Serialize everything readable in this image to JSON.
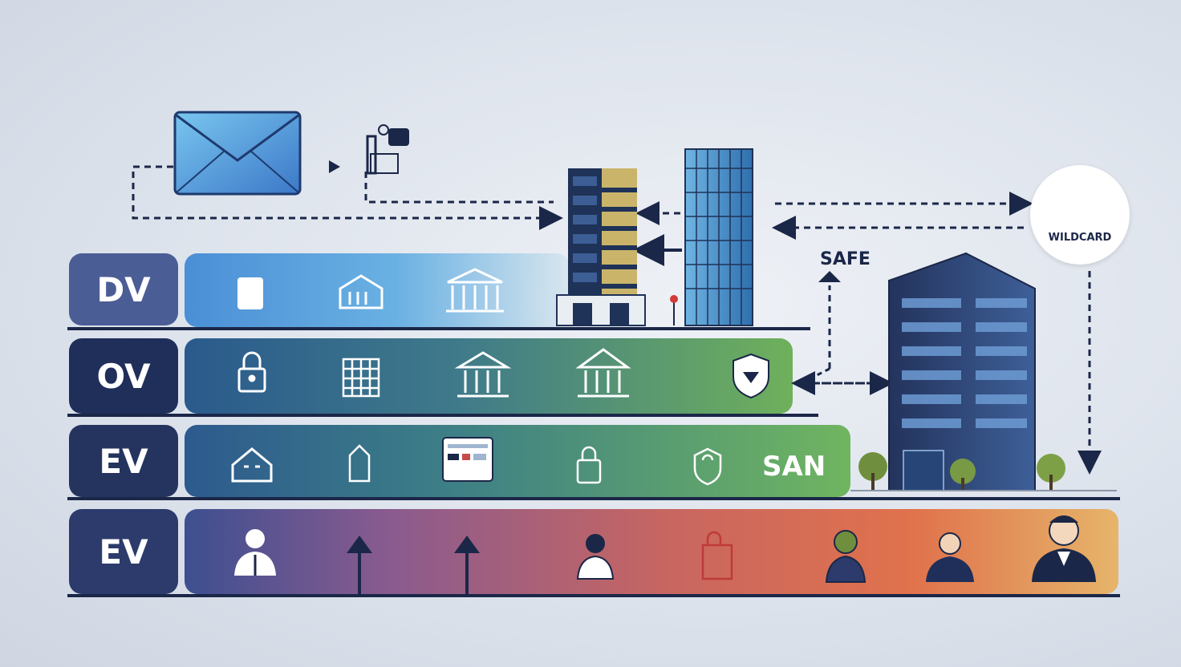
{
  "tiers": [
    {
      "label": "DV"
    },
    {
      "label": "OV"
    },
    {
      "label": "EV"
    },
    {
      "label": "EV"
    }
  ],
  "badges": {
    "wildcard": "WILDCARD",
    "safe": "SAFE",
    "san": "SAN"
  },
  "colors": {
    "navy": "#1b2748",
    "dv_band_start": "#4a8fd6",
    "ov_band_end": "#6fb05b",
    "ev_band_end": "#70b560",
    "ev2_band_mid": "#d8674c",
    "ev2_band_end": "#e6b56a"
  },
  "icons": [
    "envelope-icon",
    "usb-key-icon",
    "office-tower-icon",
    "glass-tower-icon",
    "corporate-building-icon",
    "padlock-icon",
    "document-icon",
    "house-icon",
    "bank-icon",
    "grid-building-icon",
    "shield-icon",
    "id-card-icon",
    "person-icon",
    "up-arrow-icon",
    "tree-icon"
  ]
}
